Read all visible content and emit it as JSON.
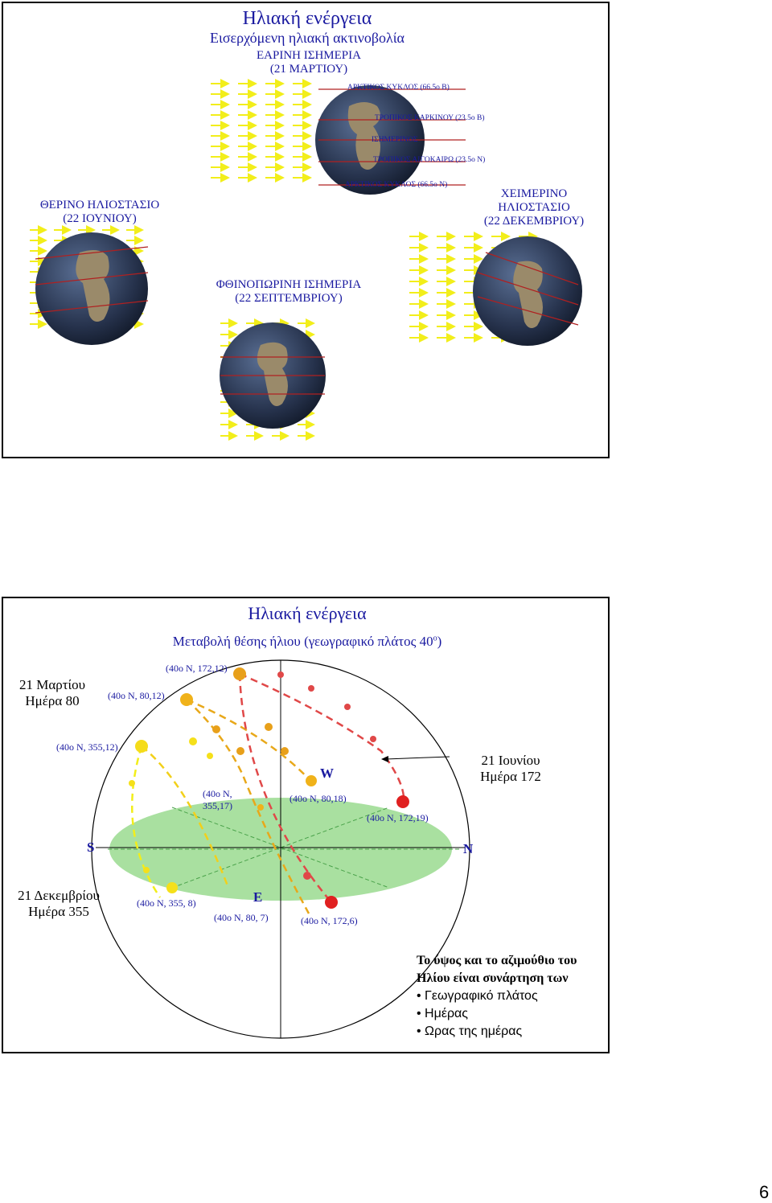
{
  "slide1": {
    "title": "Ηλιακή ενέργεια",
    "subtitle": "Εισερχόμενη ηλιακή ακτινοβολία",
    "spring": {
      "line1": "ΕΑΡΙΝΗ ΙΣΗΜΕΡΙΑ",
      "line2": "(21 ΜΑΡΤΙΟΥ)"
    },
    "circles": {
      "arctic_n": "ΑΡΚΤΙΚΟΣ ΚΥΚΛΟΣ (66.5ο Β)",
      "cancer": "ΤΡΟΠΙΚΟΣ ΚΑΡΚΙΝΟΥ (23.5ο Β)",
      "equator": "ΙΣΗΜΕΡΙΝΟΣ",
      "capricorn": "ΤΡΟΠΙΚΟΣ ΑΙΓΟΚΑΙΡΩ (23.5ο Ν)",
      "arctic_s": "ΑΡΚΤΙΚΟΣ ΚΥΚΛΟΣ (66.5ο Ν)"
    },
    "summer": {
      "line1": "ΘΕΡΙΝΟ ΗΛΙΟΣΤΑΣΙΟ",
      "line2": "(22 ΙΟΥΝΙΟΥ)"
    },
    "winter": {
      "line1": "ΧΕΙΜΕΡΙΝΟ",
      "line2": "ΗΛΙΟΣΤΑΣΙΟ",
      "line3": "(22 ΔΕΚΕΜΒΡΙΟΥ)"
    },
    "autumn": {
      "line1": "ΦΘΙΝΟΠΩΡΙΝΗ ΙΣΗΜΕΡΙΑ",
      "line2": "(22 ΣΕΠΤΕΜΒΡΙΟΥ)"
    }
  },
  "slide2": {
    "title": "Ηλιακή ενέργεια",
    "subtitle": "Μεταβολή θέσης ήλιου (γεωγραφικό πλάτος 40",
    "subtitle_sup": "ο",
    "subtitle_end": ")",
    "march": {
      "line1": "21 Μαρτίου",
      "line2": "Ημέρα 80"
    },
    "june": {
      "line1": "21 Ιουνίου",
      "line2": "Ημέρα 172"
    },
    "december": {
      "line1": "21 Δεκεμβρίου",
      "line2": "Ημέρα 355"
    },
    "dirs": {
      "S": "S",
      "N": "N",
      "W": "W",
      "E": "E"
    },
    "coords": {
      "c1": "(40ο Ν, 172,12)",
      "c2": "(40ο Ν, 80,12)",
      "c3": "(40ο Ν, 355,12)",
      "c4a": "(40ο Ν,",
      "c4b": "355,17)",
      "c5": "(40ο Ν, 80,18)",
      "c6": "(40ο Ν, 172,19)",
      "c7": "(40ο Ν, 355, 8)",
      "c8": "(40ο Ν, 80, 7)",
      "c9": "(40ο Ν, 172,6)"
    },
    "box": {
      "line1": "Το ύψος και το αζιμούθιο του",
      "line2": "Ηλίου είναι συνάρτηση των",
      "items": [
        "Γεωγραφικό πλάτος",
        "Ημέρας",
        "Ωρας της ημέρας"
      ]
    }
  },
  "page_number": "6",
  "colors": {
    "globe": "#2d3d5a",
    "land": "#9a8a6a",
    "arrow": "#f2ee1a",
    "ground": "#a9e0a0",
    "path": "#e88a1a"
  }
}
